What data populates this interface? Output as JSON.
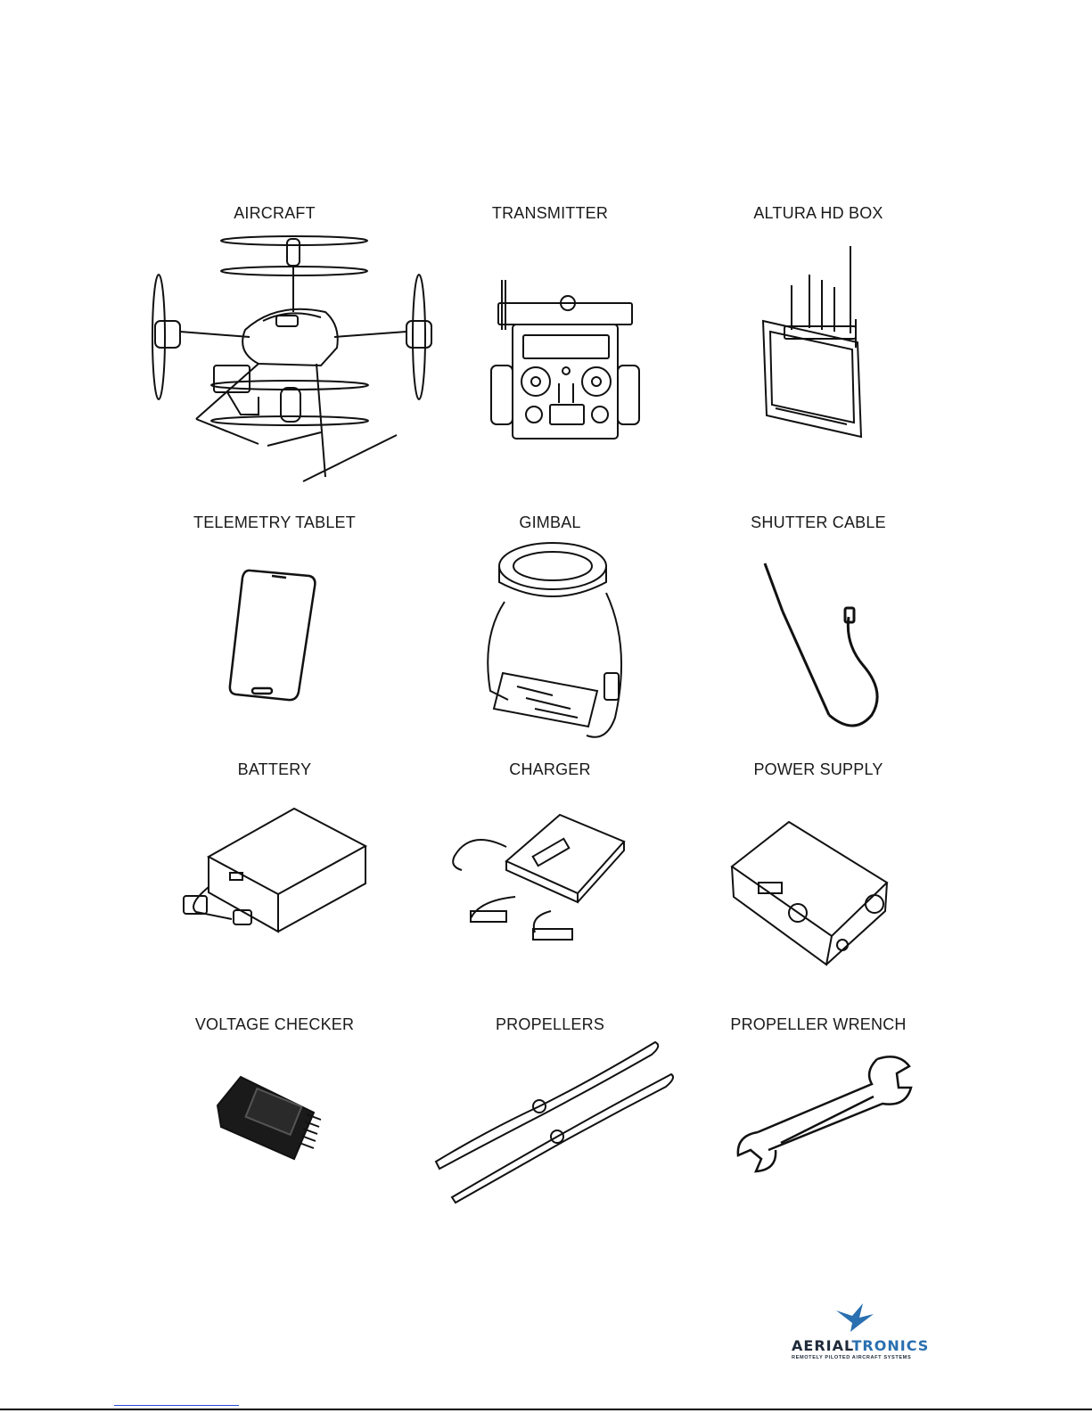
{
  "items": [
    {
      "label": "AIRCRAFT"
    },
    {
      "label": "TRANSMITTER"
    },
    {
      "label": "ALTURA HD BOX"
    },
    {
      "label": "TELEMETRY TABLET"
    },
    {
      "label": "GIMBAL"
    },
    {
      "label": "SHUTTER CABLE"
    },
    {
      "label": "BATTERY"
    },
    {
      "label": "CHARGER"
    },
    {
      "label": "POWER SUPPLY"
    },
    {
      "label": "VOLTAGE CHECKER"
    },
    {
      "label": "PROPELLERS"
    },
    {
      "label": "PROPELLER WRENCH"
    }
  ],
  "logo": {
    "word_part1": "AERIAL",
    "word_part2": "TRONICS",
    "tagline": "REMOTELY PILOTED AIRCRAFT SYSTEMS",
    "accent_color": "#2a6fb0",
    "dark_color": "#1f2a3a"
  }
}
